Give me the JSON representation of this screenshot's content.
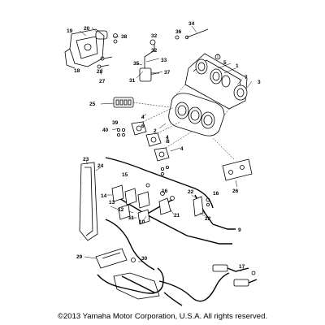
{
  "callouts": [
    "1",
    "2",
    "3",
    "4",
    "4",
    "4",
    "5",
    "6",
    "7",
    "8",
    "9",
    "10",
    "11",
    "12",
    "13",
    "14",
    "15",
    "16",
    "16",
    "17",
    "18",
    "19",
    "20",
    "21",
    "22",
    "22",
    "23",
    "24",
    "25",
    "26",
    "27",
    "28",
    "29",
    "30",
    "31",
    "32",
    "32",
    "33",
    "34",
    "35",
    "36",
    "37",
    "38",
    "39",
    "40"
  ],
  "copyright": "©2013 Yamaha Motor Corporation, U.S.A. All rights reserved."
}
